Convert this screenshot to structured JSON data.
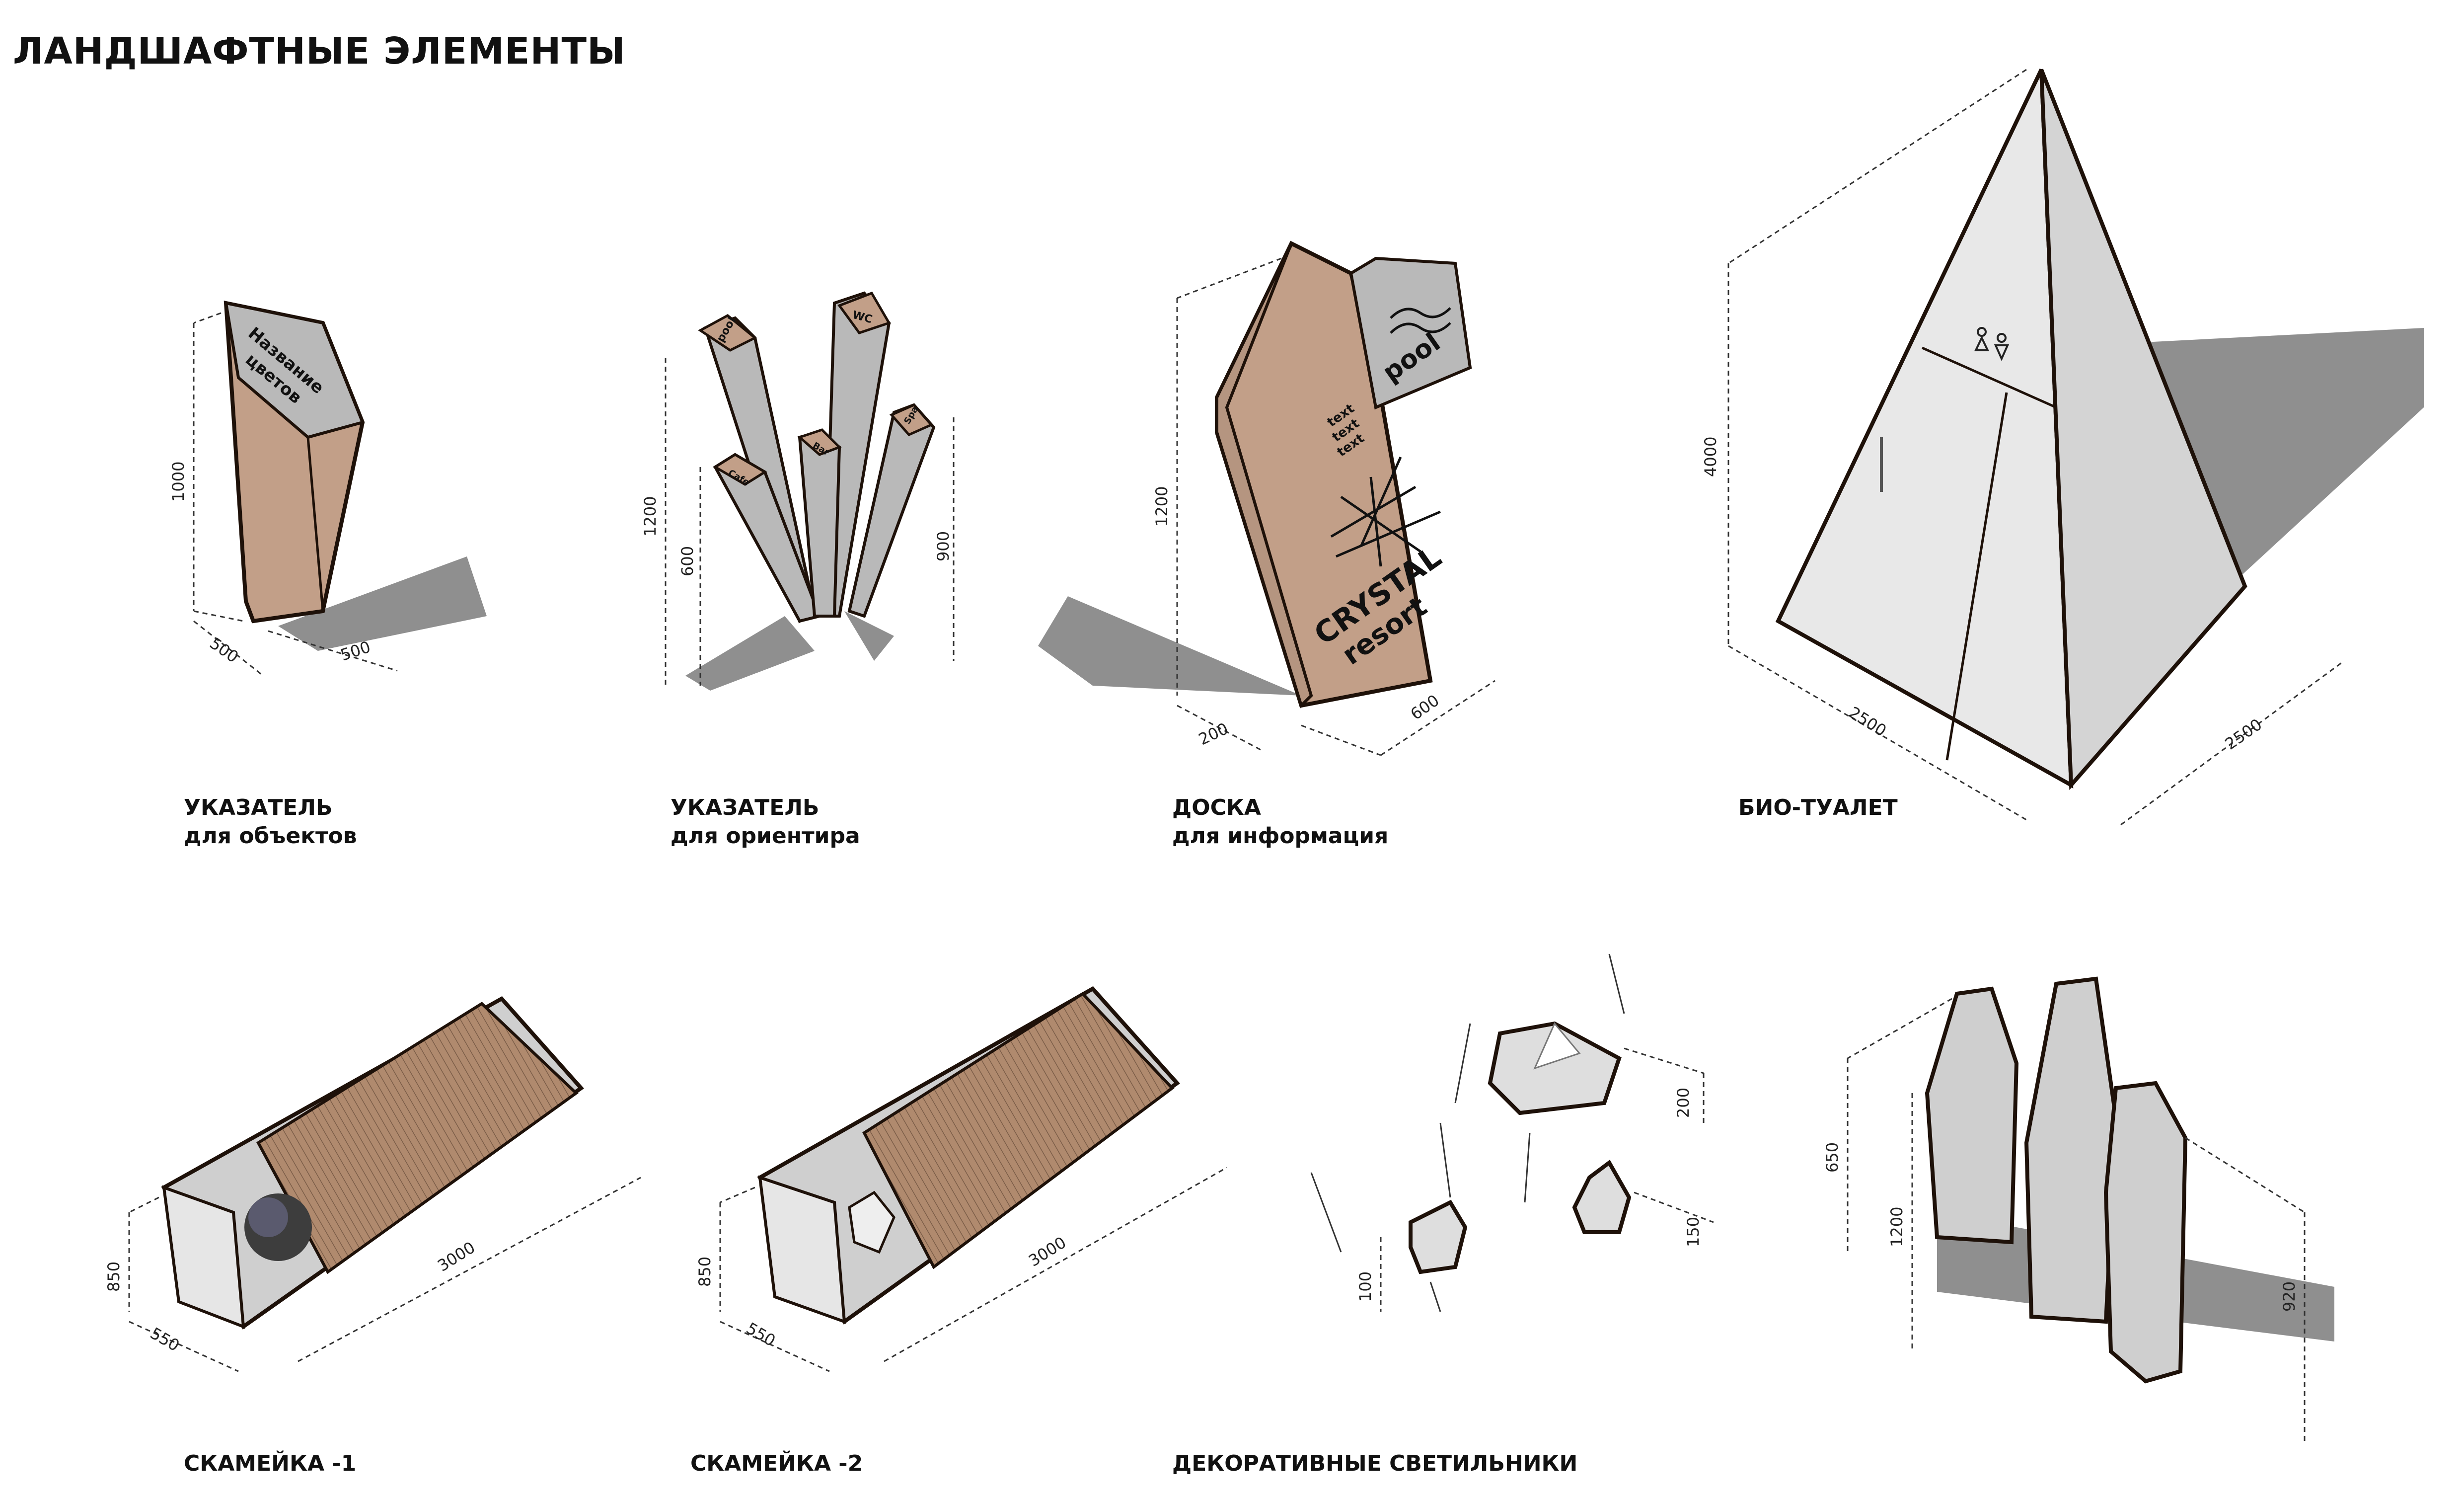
{
  "title": "ЛАНДШАФТНЫЕ ЭЛЕМЕНТЫ",
  "items": [
    {
      "caption": "УКАЗАТЕЛЬ",
      "subcaption": "для объектов",
      "dims": [
        "1000",
        "500",
        "500"
      ],
      "labels": [
        "Название",
        "цветов"
      ]
    },
    {
      "caption": "УКАЗАТЕЛЬ",
      "subcaption": "для ориентира",
      "dims": [
        "1200",
        "600",
        "900"
      ],
      "labels": [
        "pool",
        "WC",
        "Cafe",
        "Bar",
        "Spa"
      ]
    },
    {
      "caption": "ДОСКА",
      "subcaption": "для информация",
      "dims": [
        "1200",
        "200",
        "600"
      ],
      "labels": [
        "pool",
        "text",
        "text",
        "text",
        "CRYSTAL",
        "resort"
      ]
    },
    {
      "caption": "БИО-ТУАЛЕТ",
      "subcaption": "",
      "dims": [
        "4000",
        "2500",
        "2500"
      ]
    },
    {
      "caption": "СКАМЕЙКА -1",
      "subcaption": "",
      "dims": [
        "850",
        "550",
        "3000"
      ]
    },
    {
      "caption": "СКАМЕЙКА -2",
      "subcaption": "",
      "dims": [
        "850",
        "550",
        "3000"
      ]
    },
    {
      "caption": "ДЕКОРАТИВНЫЕ  СВЕТИЛЬНИКИ",
      "subcaption": "",
      "dims": [
        "200",
        "150",
        "100"
      ]
    },
    {
      "caption": "",
      "subcaption": "",
      "dims": [
        "1200",
        "650",
        "920"
      ]
    }
  ],
  "colors": {
    "wood": "#c29f88",
    "glass": "#b9b9b9",
    "concrete": "#d8d8d8",
    "shadow": "#8f8f8f",
    "outline": "#1e1109"
  }
}
